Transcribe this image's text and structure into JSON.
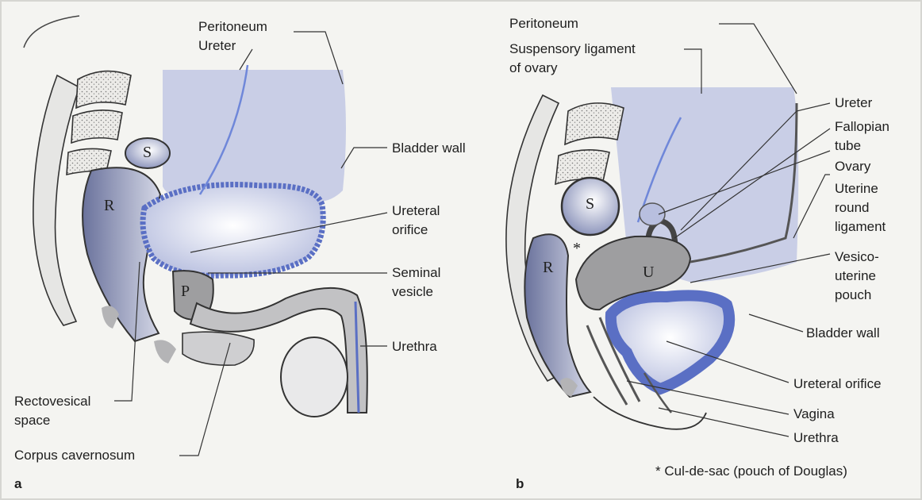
{
  "panels": [
    {
      "label": "a"
    },
    {
      "label": "b"
    }
  ],
  "labels_a": {
    "peritoneum": "Peritoneum",
    "ureter": "Ureter",
    "bladder_wall": "Bladder wall",
    "ureteral_orifice_1": "Ureteral",
    "ureteral_orifice_2": "orifice",
    "seminal_vesicle_1": "Seminal",
    "seminal_vesicle_2": "vesicle",
    "urethra": "Urethra",
    "rectovesical_space_1": "Rectovesical",
    "rectovesical_space_2": "space",
    "corpus_cavernosum": "Corpus cavernosum"
  },
  "labels_b": {
    "peritoneum": "Peritoneum",
    "suspensory_ligament_1": "Suspensory ligament",
    "suspensory_ligament_2": "of ovary",
    "ureter": "Ureter",
    "fallopian_tube_1": "Fallopian",
    "fallopian_tube_2": "tube",
    "ovary": "Ovary",
    "uterine_round_ligament_1": "Uterine",
    "uterine_round_ligament_2": "round",
    "uterine_round_ligament_3": "ligament",
    "vesicouterine_pouch_1": "Vesico-",
    "vesicouterine_pouch_2": "uterine",
    "vesicouterine_pouch_3": "pouch",
    "bladder_wall": "Bladder wall",
    "ureteral_orifice": "Ureteral orifice",
    "vagina": "Vagina",
    "urethra": "Urethra",
    "footnote": "* Cul-de-sac (pouch of Douglas)"
  },
  "organ_letters_a": {
    "sigmoid": "S",
    "rectum": "R",
    "prostate": "P"
  },
  "organ_letters_b": {
    "sigmoid": "S",
    "rectum": "R",
    "uterus": "U",
    "asterisk": "*"
  },
  "colors": {
    "background": "#f4f4f1",
    "peritoneal_blue": "#c9cee6",
    "bladder_wall_blue": "#5a6fc4",
    "ureter_blue": "#6f87d9",
    "organ_gray": "#9e9ea0",
    "bone_fill": "#e6e6e4",
    "rectum_blue_gray": "#7c84ab"
  }
}
